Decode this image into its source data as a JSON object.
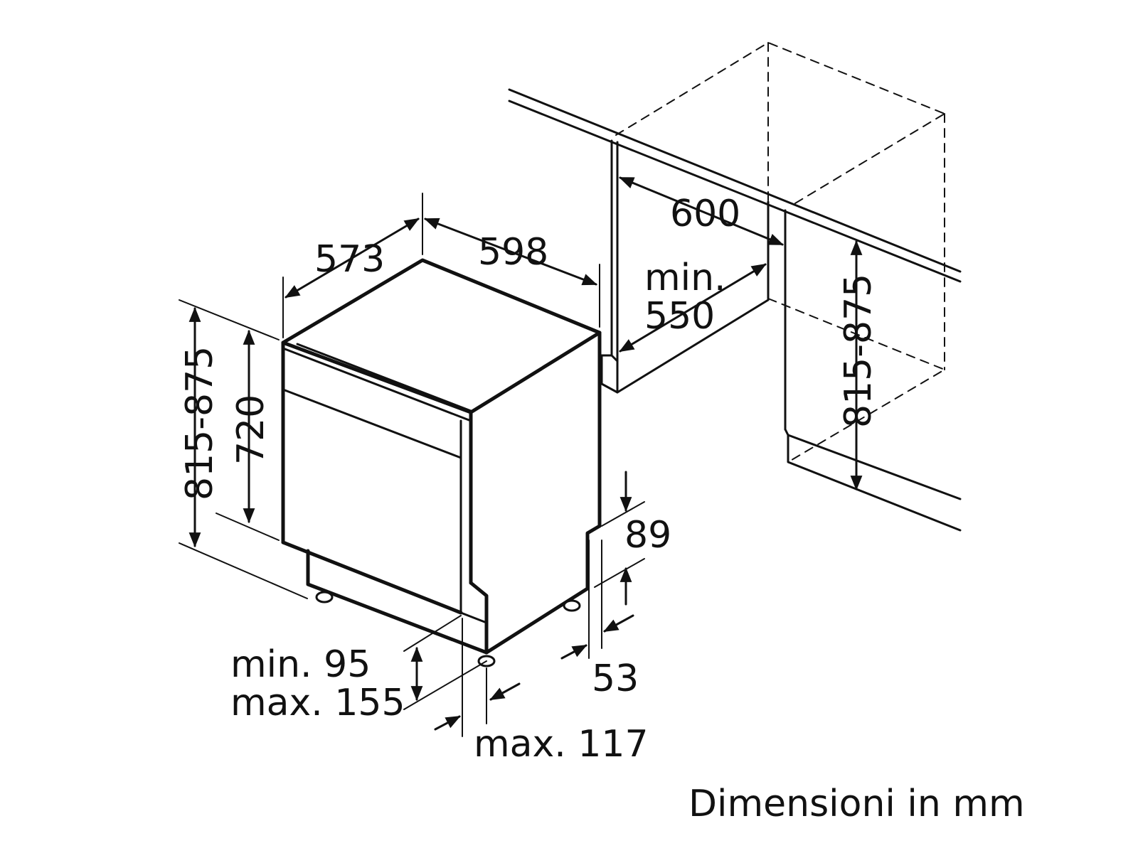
{
  "caption": "Dimensioni in mm",
  "colors": {
    "line": "#111111",
    "background": "#ffffff"
  },
  "dimensions": {
    "depth": "573",
    "width": "598",
    "niche_width": "600",
    "niche_min_depth_line1": "min.",
    "niche_min_depth_line2": "550",
    "height_total": "815-875",
    "height_body": "720",
    "niche_height": "815-875",
    "plinth_89": "89",
    "plinth_53": "53",
    "plinth_range_line1": "min. 95",
    "plinth_range_line2": "max. 155",
    "door_overhang": "max. 117"
  }
}
